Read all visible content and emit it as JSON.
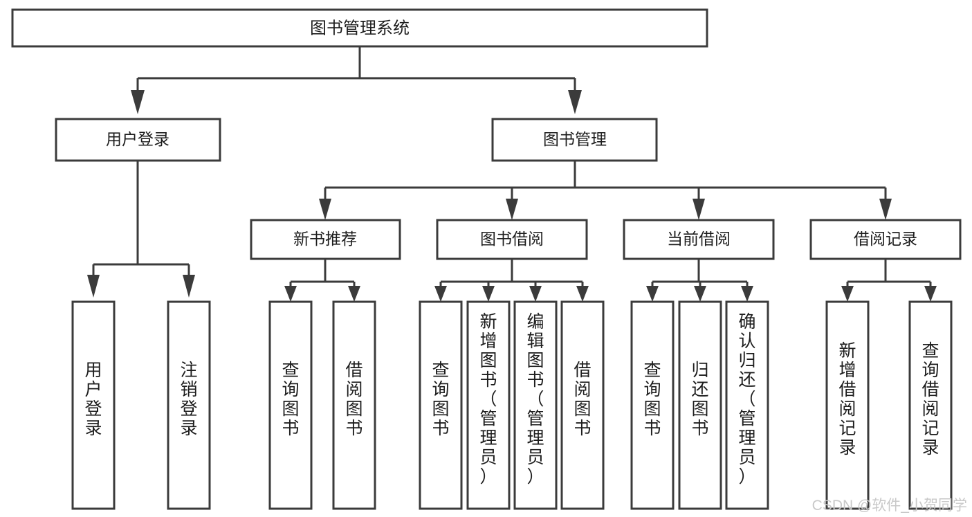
{
  "diagram": {
    "title": "图书管理系统",
    "type": "tree-hierarchy",
    "root": {
      "id": "root",
      "label": "图书管理系统"
    },
    "level2": [
      {
        "id": "user-login",
        "label": "用户登录"
      },
      {
        "id": "book-manage",
        "label": "图书管理"
      }
    ],
    "level3": [
      {
        "id": "new-book-recommend",
        "label": "新书推荐",
        "parent": "book-manage"
      },
      {
        "id": "book-borrow",
        "label": "图书借阅",
        "parent": "book-manage"
      },
      {
        "id": "current-borrow",
        "label": "当前借阅",
        "parent": "book-manage"
      },
      {
        "id": "borrow-record",
        "label": "借阅记录",
        "parent": "book-manage"
      }
    ],
    "leaves": [
      {
        "id": "leaf-user-login",
        "label": "用户登录",
        "parent": "user-login"
      },
      {
        "id": "leaf-logout-login",
        "label": "注销登录",
        "parent": "user-login"
      },
      {
        "id": "leaf-query-book-1",
        "label": "查询图书",
        "parent": "new-book-recommend"
      },
      {
        "id": "leaf-borrow-book-1",
        "label": "借阅图书",
        "parent": "new-book-recommend"
      },
      {
        "id": "leaf-query-book-2",
        "label": "查询图书",
        "parent": "book-borrow"
      },
      {
        "id": "leaf-add-book",
        "label": "新增图书（管理员）",
        "parent": "book-borrow"
      },
      {
        "id": "leaf-edit-book",
        "label": "编辑图书（管理员）",
        "parent": "book-borrow"
      },
      {
        "id": "leaf-borrow-book-2",
        "label": "借阅图书",
        "parent": "book-borrow"
      },
      {
        "id": "leaf-query-book-3",
        "label": "查询图书",
        "parent": "current-borrow"
      },
      {
        "id": "leaf-return-book",
        "label": "归还图书",
        "parent": "current-borrow"
      },
      {
        "id": "leaf-confirm-return",
        "label": "确认归还（管理员）",
        "parent": "current-borrow"
      },
      {
        "id": "leaf-add-record",
        "label": "新增借阅记录",
        "parent": "borrow-record"
      },
      {
        "id": "leaf-query-record",
        "label": "查询借阅记录",
        "parent": "borrow-record"
      }
    ]
  },
  "watermark": {
    "text": "CSDN @软件_小贺同学"
  },
  "colors": {
    "stroke": "#3b3b3b",
    "box_fill": "#ffffff",
    "text": "#1d1d1d",
    "watermark": "#c9c9c9",
    "background": "#ffffff"
  }
}
